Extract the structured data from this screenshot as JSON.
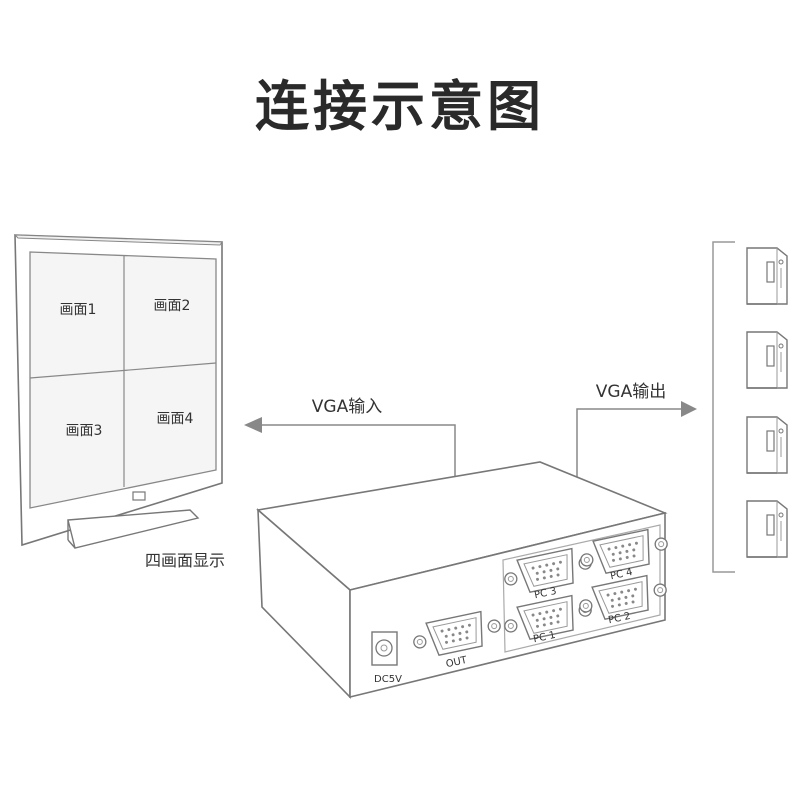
{
  "title": "连接示意图",
  "monitor": {
    "panes": [
      "画面1",
      "画面2",
      "画面3",
      "画面4"
    ],
    "caption": "四画面显示"
  },
  "arrows": {
    "input_label": "VGA输入",
    "output_label": "VGA输出"
  },
  "device": {
    "dc_label": "DC5V",
    "out_label": "OUT",
    "ports": [
      "PC 3",
      "PC 4",
      "PC 1",
      "PC 2"
    ]
  },
  "computers": [
    "computer",
    "computer",
    "computer",
    "computer"
  ]
}
